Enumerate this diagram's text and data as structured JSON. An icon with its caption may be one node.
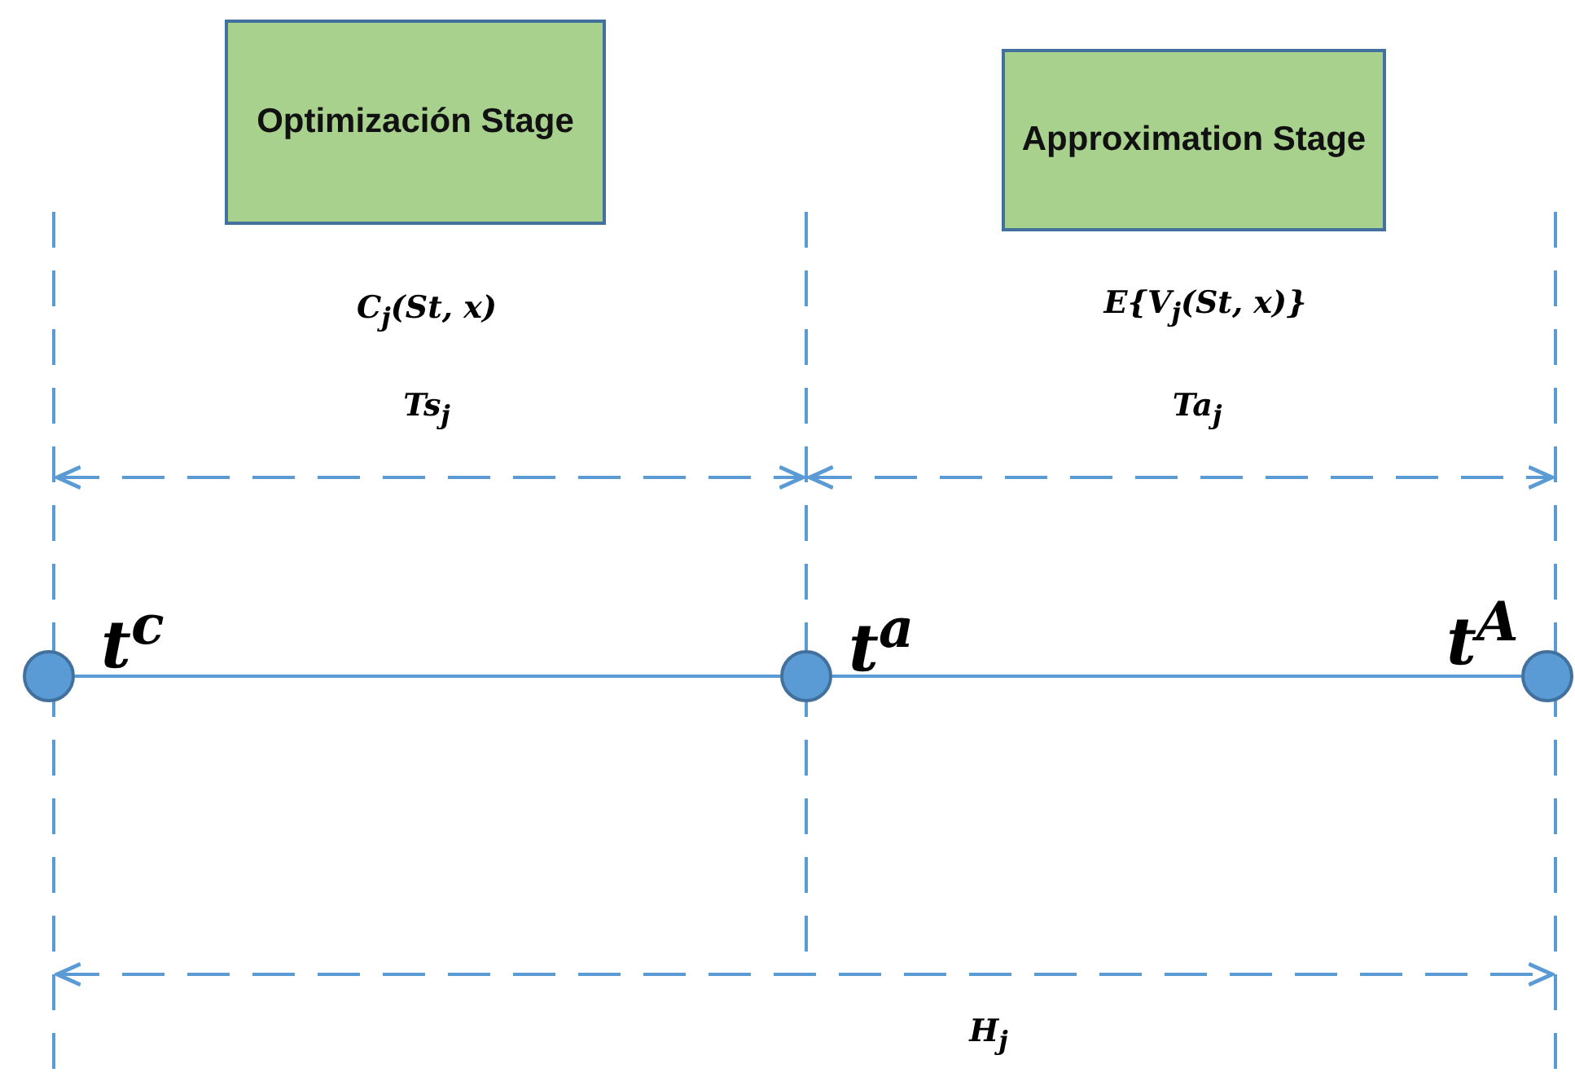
{
  "diagram": {
    "nodes": [
      {
        "text": [
          "Optimización Stage"
        ]
      },
      {
        "text": [
          "Approximation Stage"
        ]
      },
      {
        "text": [],
        "shape": "circle",
        "beside": [
          "t$^{c}$"
        ]
      },
      {
        "text": [],
        "shape": "circle",
        "beside": [
          "t$^{a}$"
        ]
      },
      {
        "text": [],
        "shape": "circle",
        "beside": [
          "t$^{A}$"
        ]
      }
    ],
    "edges": [
      {
        "from": 2,
        "to": 3,
        "arrow": "none"
      },
      {
        "from": 3,
        "to": 4,
        "arrow": "none"
      }
    ],
    "labels": [
      "C$_{j}$(St, x)",
      "Ts$_{j}$",
      "E{V$_{j}$(St, x)}",
      "Ta$_{j}$",
      "H$_{j}$"
    ]
  }
}
